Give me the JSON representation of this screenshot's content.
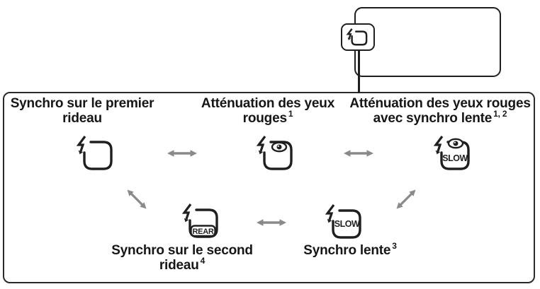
{
  "illustration": {
    "title_hint": "flash-mode-cycle-diagram",
    "colors": {
      "ink": "#1f1f1f",
      "box_border": "#2a2a2a",
      "arrow_gray": "#8a8a8a",
      "background": "#ffffff"
    },
    "camera": {
      "part": "camera-back-outline",
      "button": "flash-mode-button"
    },
    "modes": [
      {
        "line1": "Synchro sur le premier",
        "line2": "rideau",
        "sup": "",
        "icon": "flash-first-curtain-icon",
        "icon_label": ""
      },
      {
        "line1": "Atténuation des yeux",
        "line2": "rouges",
        "sup": "1",
        "icon": "flash-red-eye-icon",
        "icon_label": ""
      },
      {
        "line1": "Atténuation des yeux rouges",
        "line2": "avec synchro lente",
        "sup": "1, 2",
        "icon": "flash-red-eye-slow-icon",
        "icon_label": "SLOW"
      },
      {
        "line1": "Synchro sur le second",
        "line2": "rideau",
        "sup": "4",
        "icon": "flash-rear-sync-icon",
        "icon_label": "REAR"
      },
      {
        "line1": "Synchro lente",
        "line2": "",
        "sup": "3",
        "icon": "flash-slow-sync-icon",
        "icon_label": "SLOW"
      }
    ],
    "arrow_icon": "double-headed-arrow"
  }
}
